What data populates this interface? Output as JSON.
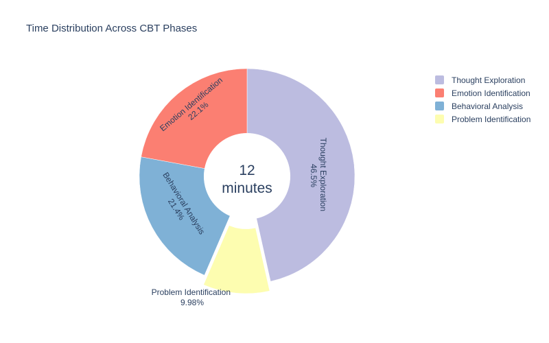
{
  "chart_data": {
    "type": "pie",
    "title": "Time Distribution Across CBT Phases",
    "hole": 0.4,
    "categories": [
      "Thought Exploration",
      "Emotion Identification",
      "Behavioral Analysis",
      "Problem Identification"
    ],
    "values": [
      46.5,
      22.1,
      21.4,
      9.98
    ],
    "percent_labels": [
      "46.5%",
      "22.1%",
      "21.4%",
      "9.98%"
    ],
    "colors": [
      "#bcbce0",
      "#fb7f72",
      "#7fb1d6",
      "#fdfdb0"
    ],
    "legend_position": "right",
    "rotation_start_deg": 0,
    "direction": "clockwise",
    "pulled_slices": [
      "Problem Identification"
    ],
    "center_annotation": {
      "value": "12",
      "unit": "minutes"
    },
    "slices": [
      {
        "name": "Thought Exploration",
        "percent": 46.5,
        "percent_label": "46.5%",
        "color": "#bcbce0",
        "label_position": "inside",
        "start_angle_deg": 0,
        "end_angle_deg": 167.4
      },
      {
        "name": "Problem Identification",
        "percent": 9.98,
        "percent_label": "9.98%",
        "color": "#fdfdb0",
        "label_position": "outside",
        "start_angle_deg": 167.4,
        "end_angle_deg": 203.3,
        "pulled": true
      },
      {
        "name": "Behavioral Analysis",
        "percent": 21.4,
        "percent_label": "21.4%",
        "color": "#7fb1d6",
        "label_position": "inside",
        "start_angle_deg": 203.3,
        "end_angle_deg": 280.4
      },
      {
        "name": "Emotion Identification",
        "percent": 22.1,
        "percent_label": "22.1%",
        "color": "#fb7f72",
        "label_position": "inside",
        "start_angle_deg": 280.4,
        "end_angle_deg": 360.0
      }
    ]
  },
  "header": {
    "title": "Time Distribution Across CBT Phases"
  },
  "center": {
    "value": "12",
    "unit": "minutes"
  },
  "slice_text": {
    "thought_exploration_name": "Thought Exploration",
    "thought_exploration_pct": "46.5%",
    "emotion_identification_name": "Emotion Identification",
    "emotion_identification_pct": "22.1%",
    "behavioral_analysis_name": "Behavioral Analysis",
    "behavioral_analysis_pct": "21.4%",
    "problem_identification_name": "Problem Identification",
    "problem_identification_pct": "9.98%"
  },
  "legend": {
    "items": [
      {
        "label": "Thought Exploration",
        "color": "#bcbce0"
      },
      {
        "label": "Emotion Identification",
        "color": "#fb7f72"
      },
      {
        "label": "Behavioral Analysis",
        "color": "#7fb1d6"
      },
      {
        "label": "Problem Identification",
        "color": "#fdfdb0"
      }
    ]
  }
}
